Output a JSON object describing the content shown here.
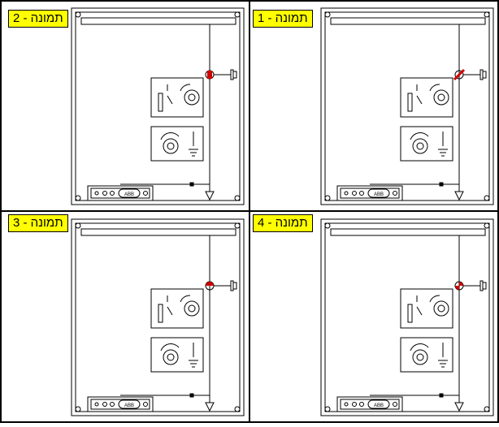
{
  "panels": [
    {
      "id": "2",
      "label": "תמונה - 2",
      "indicator": "closed-vertical"
    },
    {
      "id": "1",
      "label": "תמונה - 1",
      "indicator": "diagonal"
    },
    {
      "id": "3",
      "label": "תמונה - 3",
      "indicator": "half-top"
    },
    {
      "id": "4",
      "label": "תמונה - 4",
      "indicator": "quarter"
    }
  ],
  "badge_text": "ABB",
  "colors": {
    "label_bg": "#ffff00",
    "indicator": "#d00000",
    "line": "#000000"
  }
}
